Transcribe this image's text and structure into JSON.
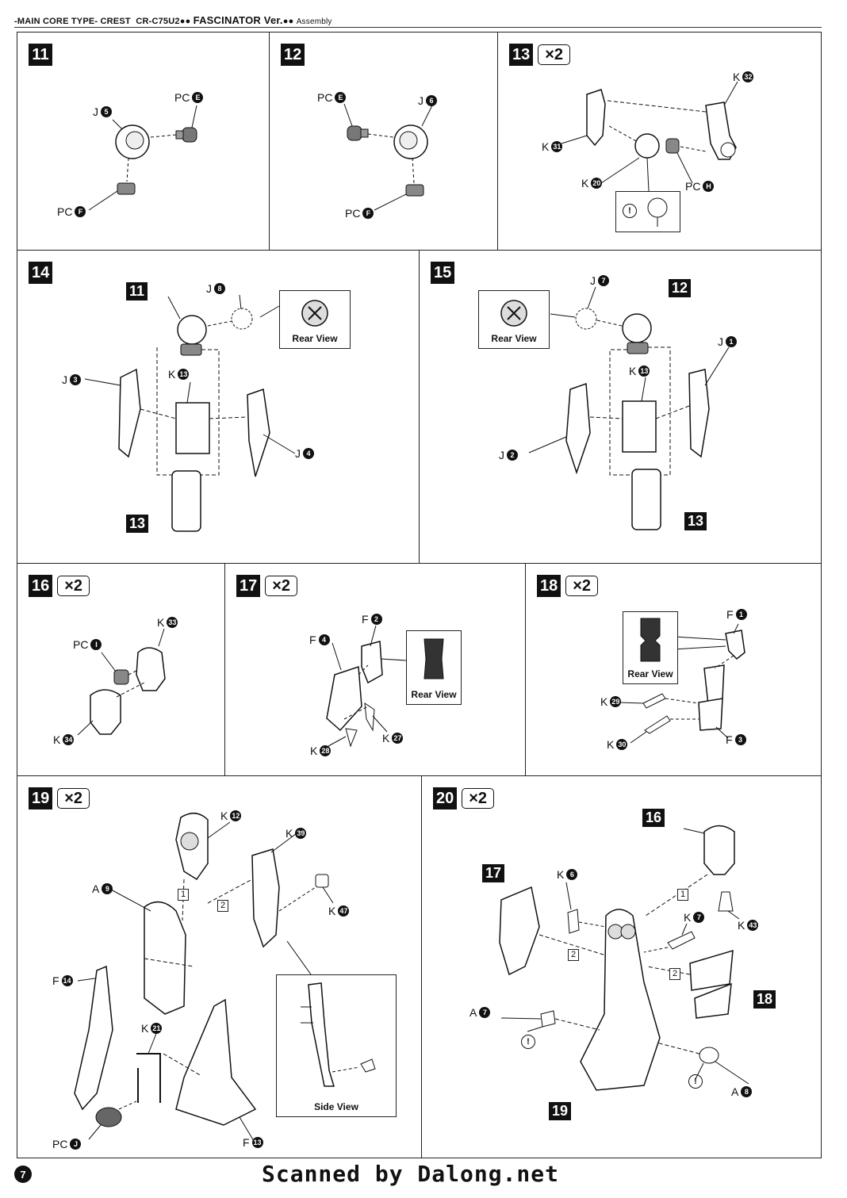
{
  "header": {
    "series": "-MAIN CORE TYPE- CREST",
    "model": "CR-C75U2",
    "title": "FASCINATOR Ver.",
    "section": "Assembly"
  },
  "page_number": "7",
  "watermark": "Scanned by Dalong.net",
  "texts": {
    "rear_view": "Rear View",
    "side_view": "Side View",
    "note": "!",
    "x2": "×2",
    "step1": "1",
    "step2": "2"
  },
  "steps": {
    "s11": {
      "num": "11",
      "parts": [
        {
          "l": "J",
          "n": "5"
        },
        {
          "l": "PC",
          "n": "E"
        },
        {
          "l": "PC",
          "n": "F"
        }
      ]
    },
    "s12": {
      "num": "12",
      "parts": [
        {
          "l": "PC",
          "n": "E"
        },
        {
          "l": "J",
          "n": "6"
        },
        {
          "l": "PC",
          "n": "F"
        }
      ]
    },
    "s13": {
      "num": "13",
      "parts": [
        {
          "l": "K",
          "n": "32"
        },
        {
          "l": "K",
          "n": "31"
        },
        {
          "l": "K",
          "n": "20"
        },
        {
          "l": "PC",
          "n": "H"
        }
      ]
    },
    "s14": {
      "num": "14",
      "refs": [
        "11",
        "13"
      ],
      "parts": [
        {
          "l": "J",
          "n": "8"
        },
        {
          "l": "J",
          "n": "3"
        },
        {
          "l": "K",
          "n": "13"
        },
        {
          "l": "J",
          "n": "4"
        }
      ]
    },
    "s15": {
      "num": "15",
      "refs": [
        "12",
        "13"
      ],
      "parts": [
        {
          "l": "J",
          "n": "7"
        },
        {
          "l": "J",
          "n": "1"
        },
        {
          "l": "K",
          "n": "13"
        },
        {
          "l": "J",
          "n": "2"
        }
      ]
    },
    "s16": {
      "num": "16",
      "parts": [
        {
          "l": "K",
          "n": "33"
        },
        {
          "l": "PC",
          "n": "I"
        },
        {
          "l": "K",
          "n": "34"
        }
      ]
    },
    "s17": {
      "num": "17",
      "parts": [
        {
          "l": "F",
          "n": "2"
        },
        {
          "l": "F",
          "n": "4"
        },
        {
          "l": "K",
          "n": "27"
        },
        {
          "l": "K",
          "n": "28"
        }
      ]
    },
    "s18": {
      "num": "18",
      "parts": [
        {
          "l": "F",
          "n": "1"
        },
        {
          "l": "K",
          "n": "29"
        },
        {
          "l": "K",
          "n": "30"
        },
        {
          "l": "F",
          "n": "3"
        }
      ]
    },
    "s19": {
      "num": "19",
      "parts": [
        {
          "l": "K",
          "n": "12"
        },
        {
          "l": "K",
          "n": "39"
        },
        {
          "l": "A",
          "n": "9"
        },
        {
          "l": "K",
          "n": "47"
        },
        {
          "l": "F",
          "n": "14"
        },
        {
          "l": "K",
          "n": "21"
        },
        {
          "l": "PC",
          "n": "J"
        },
        {
          "l": "F",
          "n": "13"
        }
      ]
    },
    "s20": {
      "num": "20",
      "refs": [
        "16",
        "17",
        "18",
        "19"
      ],
      "parts": [
        {
          "l": "K",
          "n": "6"
        },
        {
          "l": "K",
          "n": "7"
        },
        {
          "l": "K",
          "n": "43"
        },
        {
          "l": "A",
          "n": "7"
        },
        {
          "l": "A",
          "n": "8"
        }
      ]
    }
  }
}
